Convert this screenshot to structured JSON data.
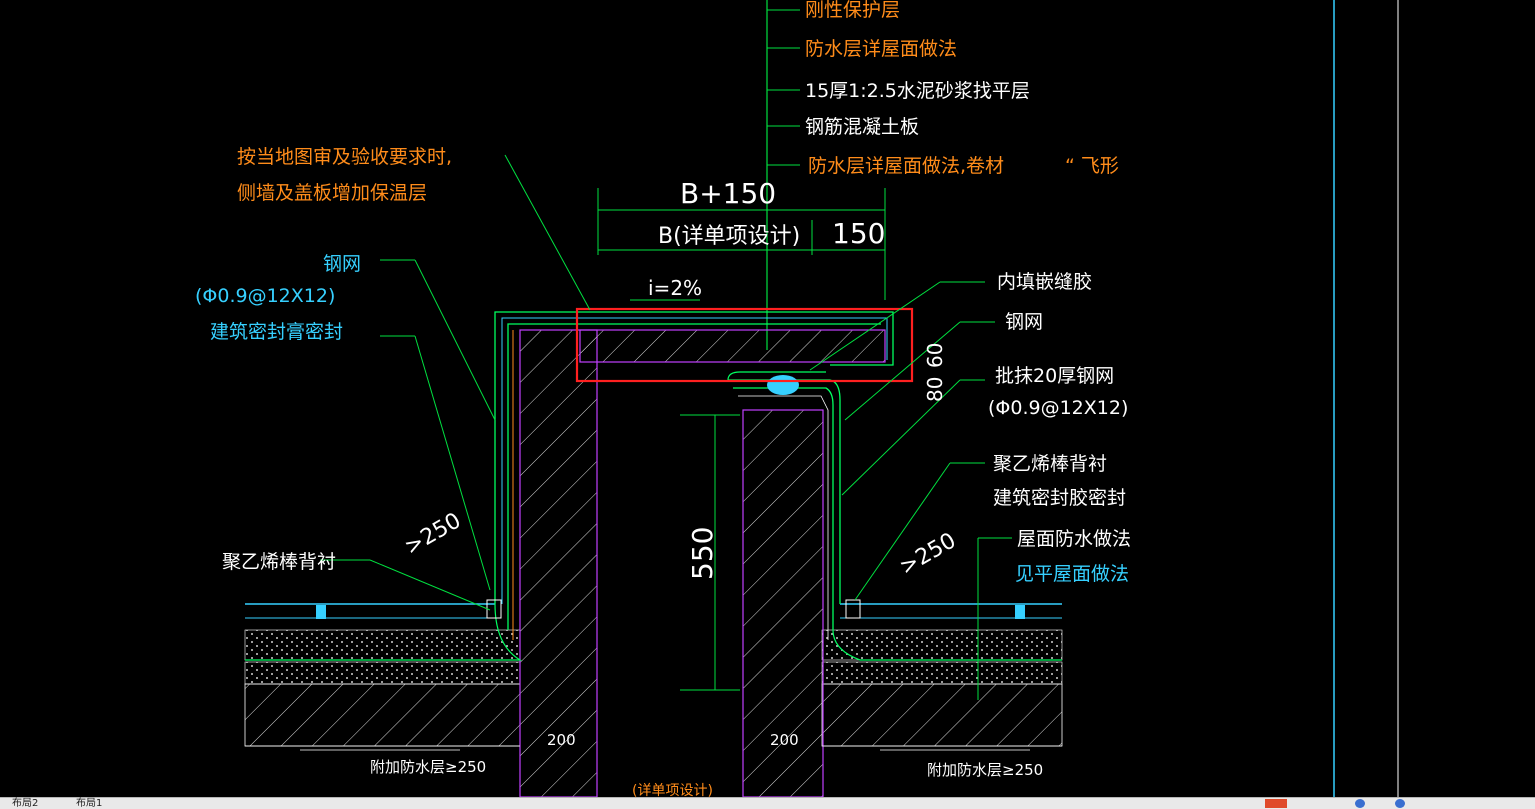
{
  "drawing": {
    "labels_top": {
      "rigid_protect": "刚性保护层",
      "waterproof_roof": "防水层详屋面做法",
      "mortar_layer": "15厚1:2.5水泥砂浆找平层",
      "rc_slab": "钢筋混凝土板",
      "waterproof_coil": "防水层详屋面做法,卷材",
      "omega_shape": "“ 飞形"
    },
    "labels_left": {
      "insulation_line1": "按当地图审及验收要求时,",
      "insulation_line2": "侧墙及盖板增加保温层",
      "steel_mesh": "钢网",
      "mesh_spec": "(Φ0.9@12X12)",
      "sealant": "建筑密封膏密封",
      "pe_rod": "聚乙烯棒背衬"
    },
    "labels_right": {
      "filler": "内填嵌缝胶",
      "steel_mesh": "钢网",
      "plaster_mesh": "批抹20厚钢网",
      "mesh_spec": "(Φ0.9@12X12)",
      "pe_rod": "聚乙烯棒背衬",
      "sealant": "建筑密封胶密封",
      "roof_waterproof": "屋面防水做法",
      "see_roof": "见平屋面做法"
    },
    "dimensions": {
      "total_width": "B+150",
      "gap_width": "B(详单项设计)",
      "overhang": "150",
      "slope": "i=2%",
      "height": "550",
      "cap_thickness": "80",
      "cap_thickness2": "60",
      "left_250": ">250",
      "right_250": ">250",
      "wall_left": "200",
      "wall_right": "200",
      "extra_layer_left": "附加防水层≥250",
      "extra_layer_right": "附加防水层≥250",
      "bottom_note": "(详单项设计)"
    }
  },
  "status_bar": {
    "tabs": [
      "布局2",
      "布局1"
    ]
  },
  "colors": {
    "background": "#000000",
    "highlight_box": "#ff2020",
    "leader": "#00e040",
    "concrete_outline": "#c040ff",
    "waterproof": "#00ff60",
    "cyan": "#36d0ff"
  }
}
